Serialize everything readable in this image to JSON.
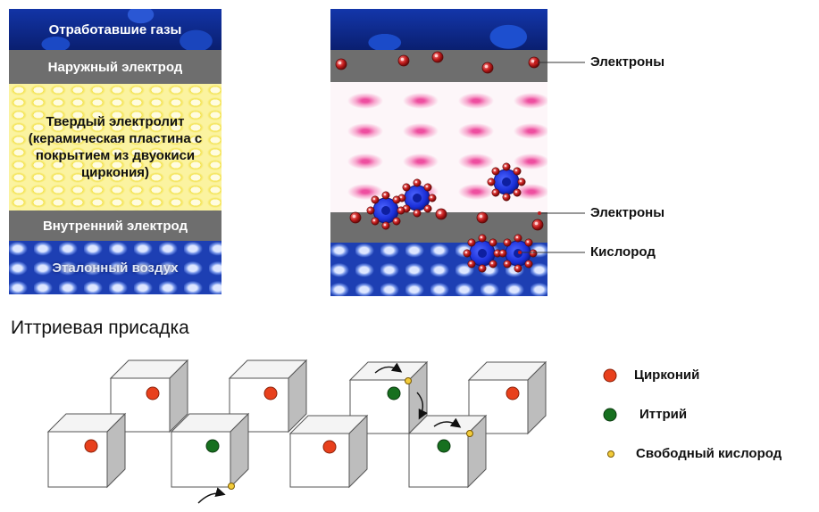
{
  "layers_panel": {
    "exhaust_gases": "Отработавшие газы",
    "outer_electrode": "Наружный электрод",
    "solid_electrolyte": "Твердый электролит (керамическая пластина с покрытием из двуокиси циркония)",
    "inner_electrode": "Внутренний электрод",
    "reference_air": "Эталонный воздух"
  },
  "micro_labels": {
    "electrons_top": "Электроны",
    "electrons_bottom": "Электроны",
    "oxygen": "Кислород"
  },
  "lattice": {
    "title": "Иттриевая присадка",
    "legend": {
      "zirconium": "Цирконий",
      "yttrium": "Иттрий",
      "free_oxygen": "Свободный кислород"
    }
  },
  "colors": {
    "zirconium": "#e8401c",
    "yttrium": "#17701f",
    "free_oxygen": "#f2cb3a",
    "electron": "#c01b1b",
    "oxygen_ion": "#1a2fd8",
    "electrode_band": "#6e6e6e"
  }
}
